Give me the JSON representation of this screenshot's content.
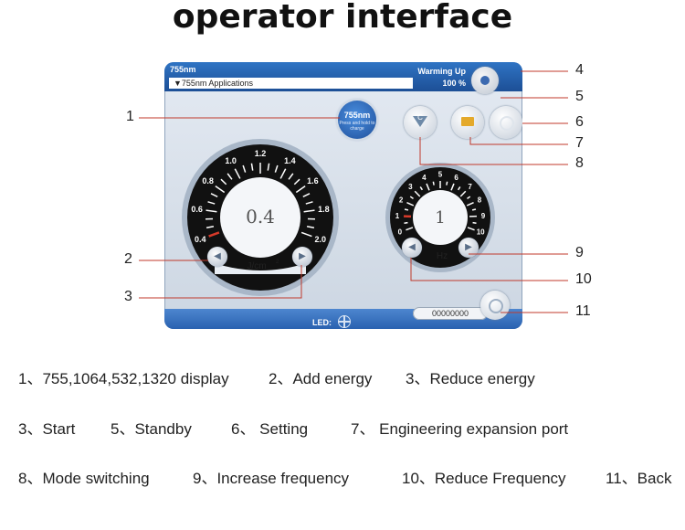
{
  "page": {
    "title": "operator interface"
  },
  "ui": {
    "model": "755nm",
    "applications_dropdown": "▼755nm Applications",
    "status_title": "Warming Up",
    "status_percent": "100 %",
    "btn_755_line1": "755nm",
    "btn_755_line2": "Press and hold to charge",
    "mode_letter": "C",
    "energy": {
      "value": "0.4",
      "unit": "J/cm",
      "unit_sup": "2",
      "ticks": [
        "0.4",
        "0.6",
        "0.8",
        "1.0",
        "1.2",
        "1.4",
        "1.6",
        "1.8",
        "2.0"
      ]
    },
    "frequency": {
      "value": "1",
      "unit": "Hz",
      "ticks": [
        "0",
        "1",
        "2",
        "3",
        "4",
        "5",
        "6",
        "7",
        "8",
        "9",
        "10"
      ]
    },
    "led_label": "LED:",
    "counter": "00000000"
  },
  "callouts": [
    "1",
    "2",
    "3",
    "4",
    "5",
    "6",
    "7",
    "8",
    "9",
    "10",
    "11"
  ],
  "legend": {
    "row1": [
      "1、755,1064,532,1320 display",
      "2、Add energy",
      "3、Reduce energy"
    ],
    "row2": [
      "3、Start",
      "5、Standby",
      "6、 Setting",
      "7、 Engineering expansion port"
    ],
    "row3": [
      "8、Mode switching",
      "9、Increase frequency",
      "10、Reduce Frequency",
      "11、Back"
    ]
  },
  "colors": {
    "panel_blue": "#2a62b0",
    "dial_black": "#111111",
    "indicator_red": "#d63a2a",
    "leader_red": "#c0392b"
  }
}
